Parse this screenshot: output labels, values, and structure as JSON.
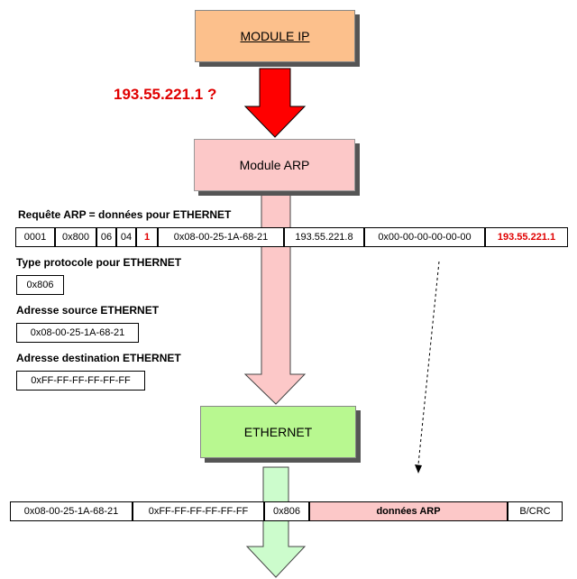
{
  "colors": {
    "module_ip": "#fcc08c",
    "module_arp": "#fcc8c8",
    "ethernet": "#b8f890",
    "red_arrow": "#ff0000",
    "pink_arrow": "#fcc8c8",
    "green_arrow": "#ccfccc",
    "highlight_text": "#e00000"
  },
  "module_ip": {
    "label": "MODULE IP"
  },
  "question": "193.55.221.1 ?",
  "module_arp": {
    "label": "Module ARP"
  },
  "ethernet": {
    "label": "ETHERNET"
  },
  "arp_request": {
    "title": "Requête ARP = données pour ETHERNET",
    "fields": [
      "0001",
      "0x800",
      "06",
      "04",
      "1",
      "0x08-00-25-1A-68-21",
      "193.55.221.8",
      "0x00-00-00-00-00-00",
      "193.55.221.1"
    ]
  },
  "type_protocole": {
    "title": "Type protocole pour ETHERNET",
    "value": "0x806"
  },
  "adresse_source": {
    "title": "Adresse source ETHERNET",
    "value": "0x08-00-25-1A-68-21"
  },
  "adresse_destination": {
    "title": "Adresse destination ETHERNET",
    "value": "0xFF-FF-FF-FF-FF-FF"
  },
  "ethernet_frame": {
    "fields": [
      "0x08-00-25-1A-68-21",
      "0xFF-FF-FF-FF-FF-FF",
      "0x806",
      "données ARP",
      "B/CRC"
    ]
  }
}
